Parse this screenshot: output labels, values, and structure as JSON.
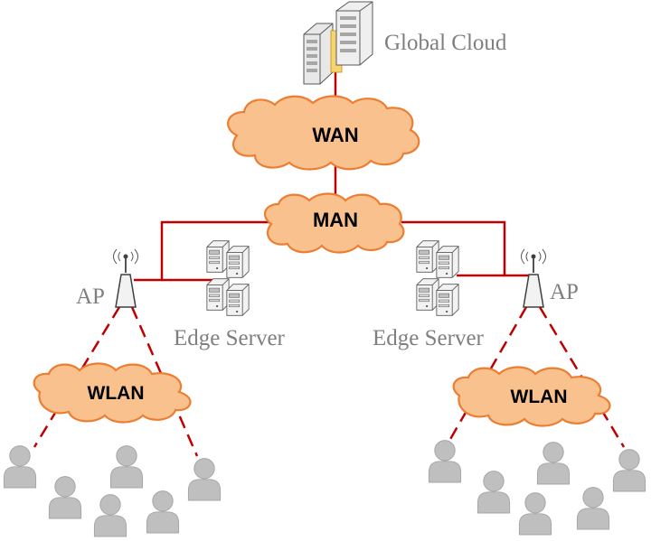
{
  "global_cloud": {
    "label": "Global Cloud"
  },
  "clouds": {
    "wan": "WAN",
    "man": "MAN",
    "wlan_left": "WLAN",
    "wlan_right": "WLAN"
  },
  "access_points": {
    "left": "AP",
    "right": "AP"
  },
  "edge_servers": {
    "left": "Edge Server",
    "right": "Edge Server"
  },
  "colors": {
    "link": "#c00000",
    "cloud_fill": "#f9c18e",
    "cloud_stroke": "#ed7d31",
    "label_gray": "#7f7f7f",
    "user_gray": "#bfbfbf"
  },
  "icons": [
    "server-rack-icon",
    "cloud-icon",
    "antenna-icon",
    "server-tower-icon",
    "user-icon"
  ]
}
